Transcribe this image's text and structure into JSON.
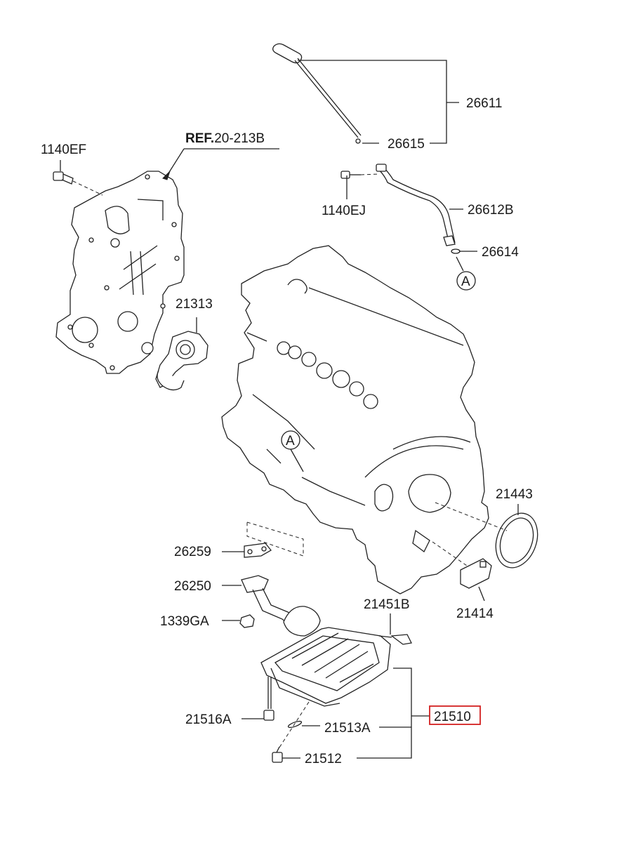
{
  "labels": {
    "ref_prefix": "REF.",
    "ref_number": "20-213B",
    "p26611": "26611",
    "p26615": "26615",
    "p26612b": "26612B",
    "p26614": "26614",
    "p1140ej": "1140EJ",
    "p1140ef": "1140EF",
    "p21313": "21313",
    "p21443": "21443",
    "p21414": "21414",
    "p26259": "26259",
    "p26250": "26250",
    "p1339ga": "1339GA",
    "p21451b": "21451B",
    "p21516a": "21516A",
    "p21513a": "21513A",
    "p21512": "21512",
    "p21510": "21510"
  },
  "markers": {
    "a_top": "A",
    "a_engine": "A"
  },
  "highlight_color": "#d32020"
}
